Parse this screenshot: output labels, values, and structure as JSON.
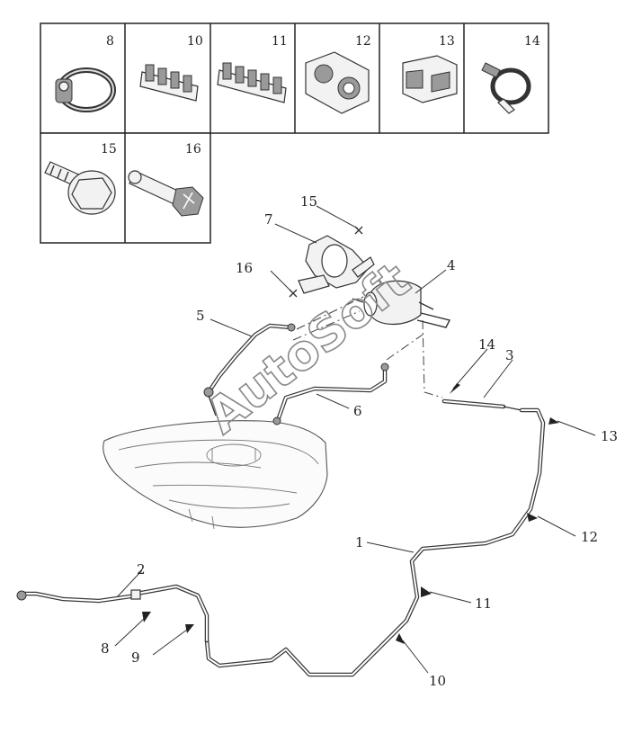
{
  "watermark": "AutoSoft",
  "legend_cells": [
    {
      "id": "8",
      "icon": "hose-clamp-icon"
    },
    {
      "id": "10",
      "icon": "pipe-clip-4-icon"
    },
    {
      "id": "11",
      "icon": "pipe-clip-5-icon"
    },
    {
      "id": "12",
      "icon": "double-clip-icon"
    },
    {
      "id": "13",
      "icon": "block-clip-icon"
    },
    {
      "id": "14",
      "icon": "spring-clamp-icon"
    },
    {
      "id": "15",
      "icon": "flange-bolt-icon"
    },
    {
      "id": "16",
      "icon": "hex-bolt-icon"
    }
  ],
  "callouts": [
    "1",
    "2",
    "3",
    "4",
    "5",
    "6",
    "7",
    "8",
    "9",
    "10",
    "11",
    "12",
    "13",
    "14",
    "15",
    "16"
  ]
}
